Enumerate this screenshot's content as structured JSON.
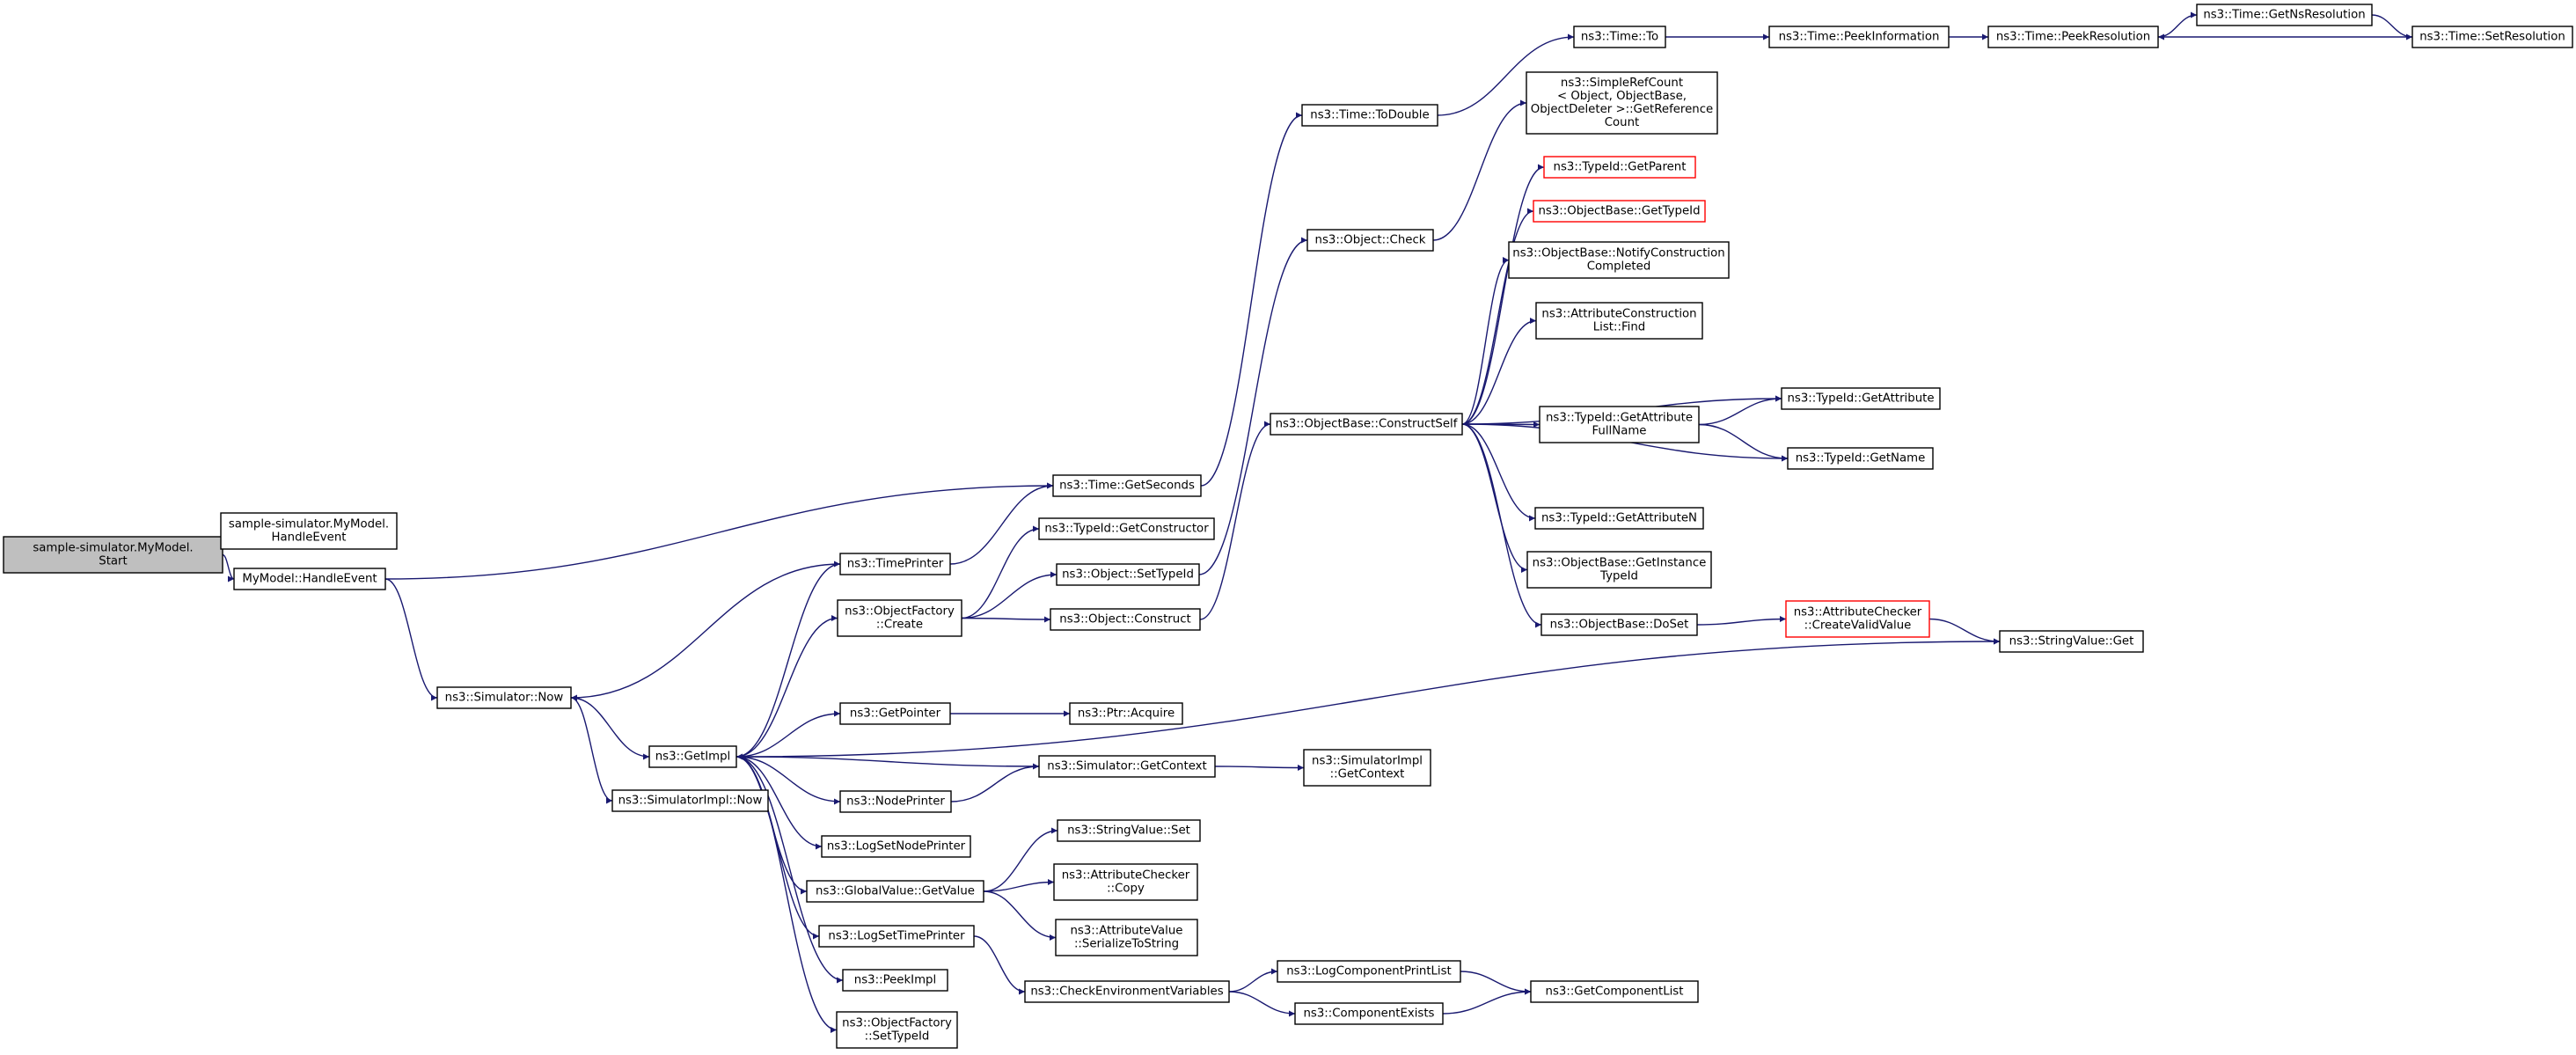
{
  "graph": {
    "colors": {
      "edge": "#191970",
      "node_border": "#000000",
      "node_border_highlight": "#ff0000",
      "root_fill": "#bfbfbf"
    },
    "nodes": [
      {
        "id": "root",
        "lines": [
          "sample-simulator.MyModel.",
          "Start"
        ],
        "style": "root"
      },
      {
        "id": "handle_py",
        "lines": [
          "sample-simulator.MyModel.",
          "HandleEvent"
        ]
      },
      {
        "id": "handle",
        "lines": [
          "MyModel::HandleEvent"
        ]
      },
      {
        "id": "sim_now",
        "lines": [
          "ns3::Simulator::Now"
        ]
      },
      {
        "id": "simimpl_now",
        "lines": [
          "ns3::SimulatorImpl::Now"
        ]
      },
      {
        "id": "getimpl",
        "lines": [
          "ns3::GetImpl"
        ]
      },
      {
        "id": "timeprinter",
        "lines": [
          "ns3::TimePrinter"
        ]
      },
      {
        "id": "getseconds",
        "lines": [
          "ns3::Time::GetSeconds"
        ]
      },
      {
        "id": "todouble",
        "lines": [
          "ns3::Time::ToDouble"
        ]
      },
      {
        "id": "to",
        "lines": [
          "ns3::Time::To"
        ]
      },
      {
        "id": "peekinfo",
        "lines": [
          "ns3::Time::PeekInformation"
        ]
      },
      {
        "id": "peekres",
        "lines": [
          "ns3::Time::PeekResolution"
        ]
      },
      {
        "id": "getnsres",
        "lines": [
          "ns3::Time::GetNsResolution"
        ]
      },
      {
        "id": "setres",
        "lines": [
          "ns3::Time::SetResolution"
        ]
      },
      {
        "id": "objfactory_create",
        "lines": [
          "ns3::ObjectFactory",
          "::Create"
        ]
      },
      {
        "id": "getconstructor",
        "lines": [
          "ns3::TypeId::GetConstructor"
        ]
      },
      {
        "id": "settypeid",
        "lines": [
          "ns3::Object::SetTypeId"
        ]
      },
      {
        "id": "construct",
        "lines": [
          "ns3::Object::Construct"
        ]
      },
      {
        "id": "check",
        "lines": [
          "ns3::Object::Check"
        ]
      },
      {
        "id": "refcount",
        "lines": [
          "ns3::SimpleRefCount",
          "< Object, ObjectBase,",
          "ObjectDeleter >::GetReference",
          "Count"
        ]
      },
      {
        "id": "constructself",
        "lines": [
          "ns3::ObjectBase::ConstructSelf"
        ]
      },
      {
        "id": "getparent",
        "lines": [
          "ns3::TypeId::GetParent"
        ],
        "style": "red"
      },
      {
        "id": "ob_gettypeid",
        "lines": [
          "ns3::ObjectBase::GetTypeId"
        ],
        "style": "red"
      },
      {
        "id": "notify",
        "lines": [
          "ns3::ObjectBase::NotifyConstruction",
          "Completed"
        ]
      },
      {
        "id": "attrfind",
        "lines": [
          "ns3::AttributeConstruction",
          "List::Find"
        ]
      },
      {
        "id": "getattrfullname",
        "lines": [
          "ns3::TypeId::GetAttribute",
          "FullName"
        ]
      },
      {
        "id": "getattribute",
        "lines": [
          "ns3::TypeId::GetAttribute"
        ]
      },
      {
        "id": "getname",
        "lines": [
          "ns3::TypeId::GetName"
        ]
      },
      {
        "id": "getattributen",
        "lines": [
          "ns3::TypeId::GetAttributeN"
        ]
      },
      {
        "id": "getinstance",
        "lines": [
          "ns3::ObjectBase::GetInstance",
          "TypeId"
        ]
      },
      {
        "id": "doset",
        "lines": [
          "ns3::ObjectBase::DoSet"
        ]
      },
      {
        "id": "createvalid",
        "lines": [
          "ns3::AttributeChecker",
          "::CreateValidValue"
        ],
        "style": "red"
      },
      {
        "id": "stringget",
        "lines": [
          "ns3::StringValue::Get"
        ]
      },
      {
        "id": "getpointer",
        "lines": [
          "ns3::GetPointer"
        ]
      },
      {
        "id": "acquire",
        "lines": [
          "ns3::Ptr::Acquire"
        ]
      },
      {
        "id": "getcontext",
        "lines": [
          "ns3::Simulator::GetContext"
        ]
      },
      {
        "id": "simimpl_getcontext",
        "lines": [
          "ns3::SimulatorImpl",
          "::GetContext"
        ]
      },
      {
        "id": "nodeprinter",
        "lines": [
          "ns3::NodePrinter"
        ]
      },
      {
        "id": "lognodeprinter",
        "lines": [
          "ns3::LogSetNodePrinter"
        ]
      },
      {
        "id": "gv_getvalue",
        "lines": [
          "ns3::GlobalValue::GetValue"
        ]
      },
      {
        "id": "stringset",
        "lines": [
          "ns3::StringValue::Set"
        ]
      },
      {
        "id": "checkercopy",
        "lines": [
          "ns3::AttributeChecker",
          "::Copy"
        ]
      },
      {
        "id": "serialize",
        "lines": [
          "ns3::AttributeValue",
          "::SerializeToString"
        ]
      },
      {
        "id": "logtimeprinter",
        "lines": [
          "ns3::LogSetTimePrinter"
        ]
      },
      {
        "id": "checkenv",
        "lines": [
          "ns3::CheckEnvironmentVariables"
        ]
      },
      {
        "id": "logcompprint",
        "lines": [
          "ns3::LogComponentPrintList"
        ]
      },
      {
        "id": "compexists",
        "lines": [
          "ns3::ComponentExists"
        ]
      },
      {
        "id": "getcomplist",
        "lines": [
          "ns3::GetComponentList"
        ]
      },
      {
        "id": "peekimpl",
        "lines": [
          "ns3::PeekImpl"
        ]
      },
      {
        "id": "objfactory_settypeid",
        "lines": [
          "ns3::ObjectFactory",
          "::SetTypeId"
        ]
      }
    ]
  }
}
